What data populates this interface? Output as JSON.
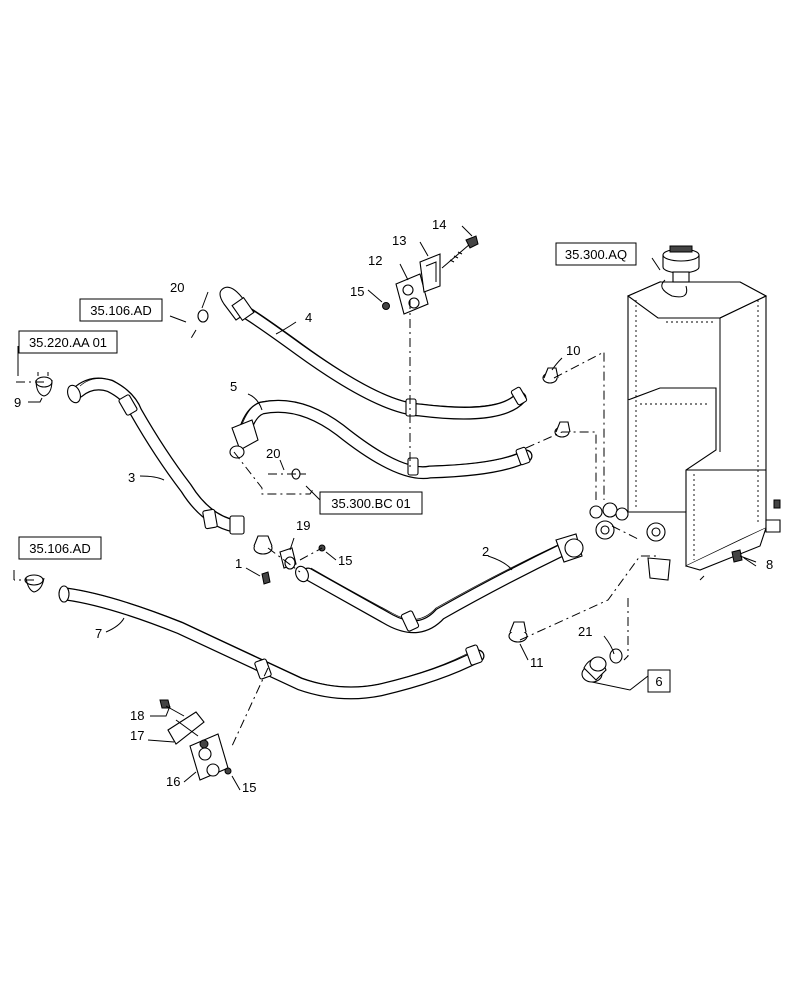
{
  "references": {
    "ref_35_300_aq": "35.300.AQ",
    "ref_35_106_ad_top": "35.106.AD",
    "ref_35_220_aa_01": "35.220.AA 01",
    "ref_35_300_bc_01": "35.300.BC 01",
    "ref_35_106_ad_bottom": "35.106.AD"
  },
  "callouts": {
    "c1": "1",
    "c2": "2",
    "c3": "3",
    "c4": "4",
    "c5": "5",
    "c6": "6",
    "c7": "7",
    "c8": "8",
    "c9": "9",
    "c10": "10",
    "c11": "11",
    "c12": "12",
    "c13": "13",
    "c14": "14",
    "c15_top": "15",
    "c15_mid": "15",
    "c15_bottom": "15",
    "c16": "16",
    "c17": "17",
    "c18": "18",
    "c19": "19",
    "c20_top": "20",
    "c20_mid": "20",
    "c21": "21"
  }
}
